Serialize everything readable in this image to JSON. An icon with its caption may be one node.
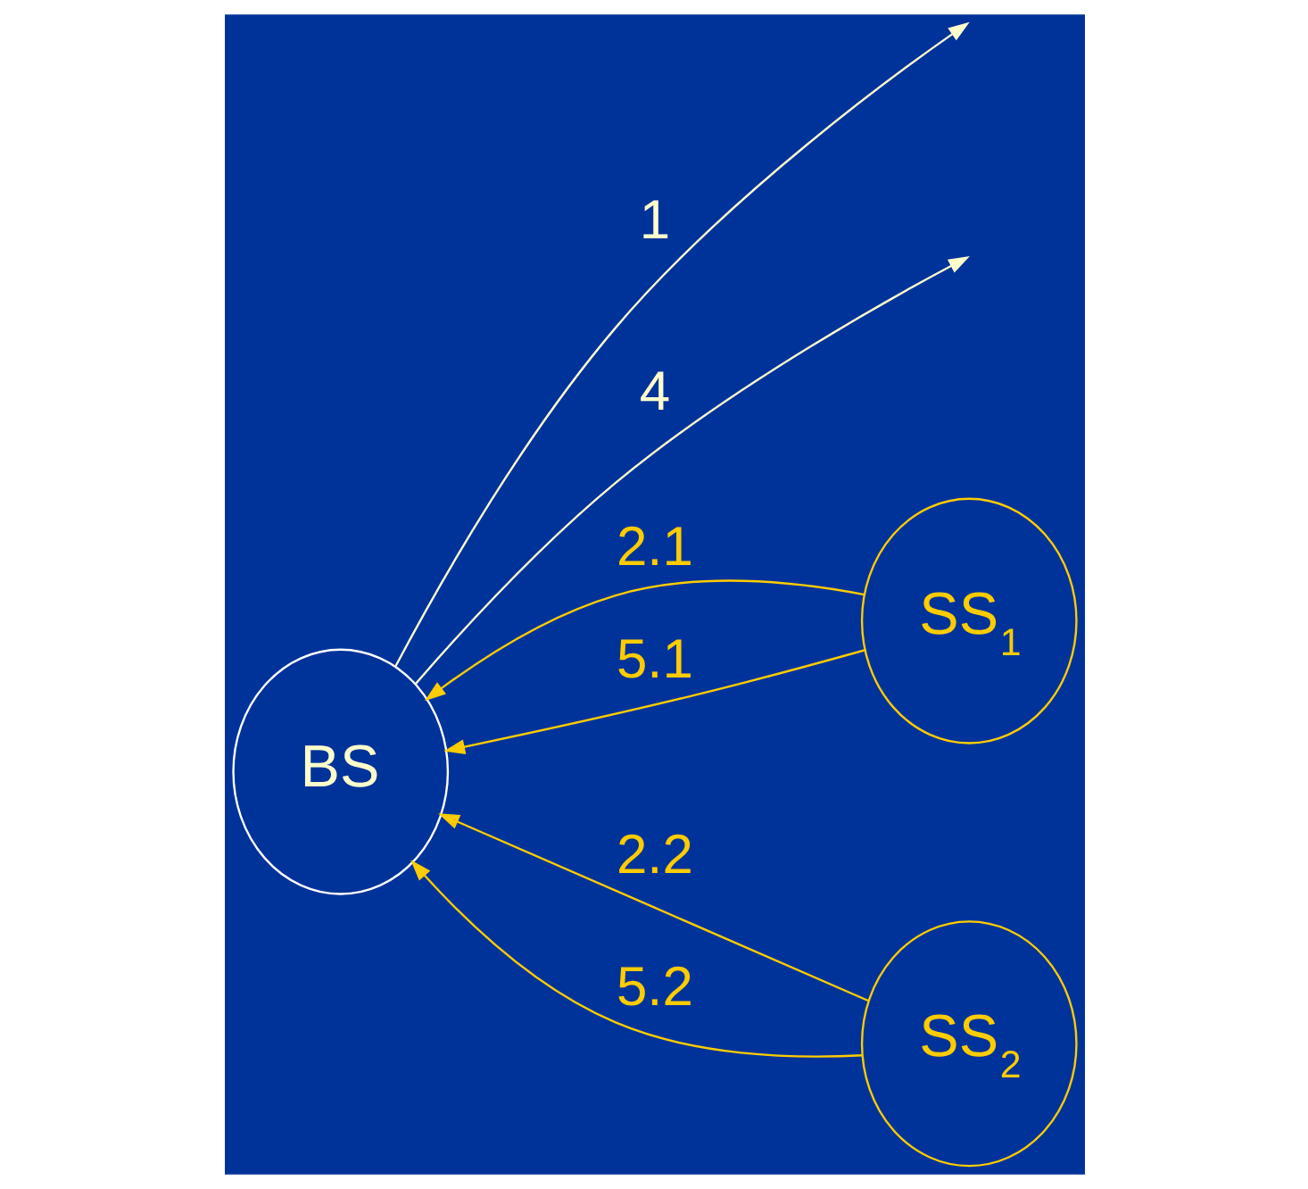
{
  "diagram": {
    "nodes": [
      {
        "text": [
          "BS"
        ]
      },
      {
        "text": [
          "SS$_{1}$"
        ]
      },
      {
        "text": [
          "SS$_{2}$"
        ]
      }
    ],
    "edges": [
      {
        "from": 1,
        "to": 0,
        "arrow": "to",
        "label": "2.1"
      },
      {
        "from": 1,
        "to": 0,
        "arrow": "to",
        "label": "5.1"
      },
      {
        "from": 0,
        "to": null,
        "arrow": "to",
        "label": "1",
        "color": "#ffffcc"
      },
      {
        "from": 0,
        "to": null,
        "arrow": "to",
        "label": "4",
        "color": "#ffffcc"
      },
      {
        "from": 2,
        "to": 0,
        "arrow": "to",
        "label": "2.2"
      },
      {
        "from": 2,
        "to": 0,
        "arrow": "to",
        "label": "5.2"
      }
    ]
  }
}
